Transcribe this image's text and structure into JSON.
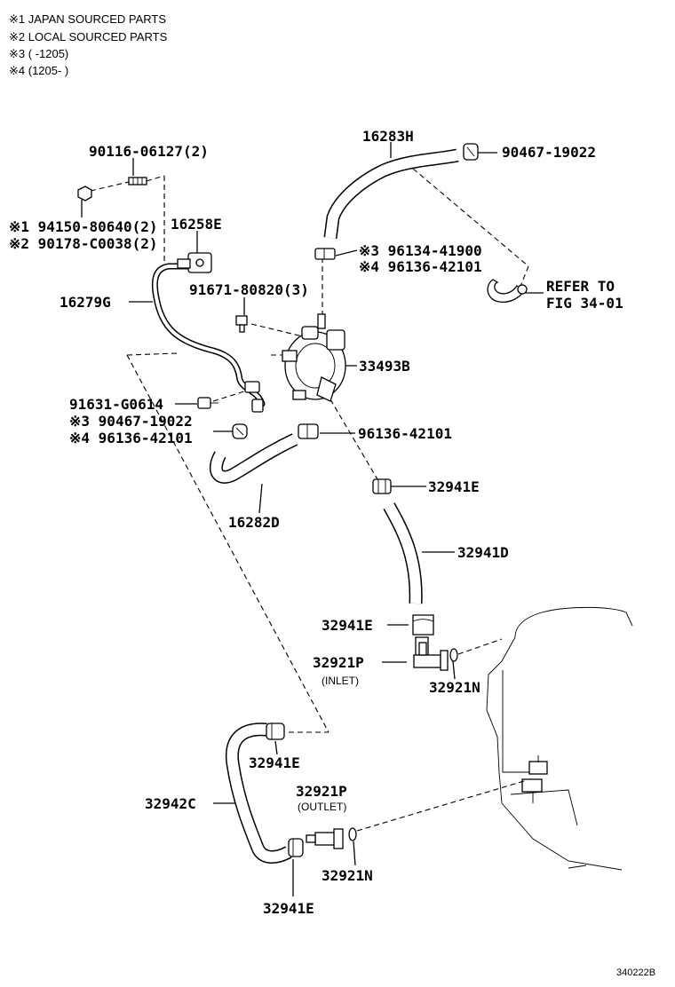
{
  "legend": [
    "※1 JAPAN SOURCED PARTS",
    "※2 LOCAL SOURCED PARTS",
    "※3 (        ‑1205)",
    "※4 (1205‑        )"
  ],
  "labels": {
    "p_90116": "90116-06127(2)",
    "p_16283H": "16283H",
    "p_90467_top": "90467-19022",
    "p_94150": "※1 94150-80640(2)",
    "p_90178": "※2 90178-C0038(2)",
    "p_16258E": "16258E",
    "p_96134": "※3 96134-41900",
    "p_96136_top": "※4 96136-42101",
    "refer_line1": "REFER TO",
    "refer_line2": "FIG 34-01",
    "p_91671": "91671-80820(3)",
    "p_16279G": "16279G",
    "p_33493B": "33493B",
    "p_91631": "91631-G0614",
    "p_90467_mid": "※3 90467-19022",
    "p_96136_mid": "※4 96136-42101",
    "p_96136_right": "96136-42101",
    "p_32941E_a": "32941E",
    "p_16282D": "16282D",
    "p_32941D": "32941D",
    "p_32941E_b": "32941E",
    "p_32921P_in": "32921P",
    "inlet": "(INLET)",
    "p_32921N_a": "32921N",
    "p_32941E_c": "32941E",
    "p_32942C": "32942C",
    "p_32921P_out": "32921P",
    "outlet": "(OUTLET)",
    "p_32921N_b": "32921N",
    "p_32941E_d": "32941E",
    "figure_id": "340222B"
  }
}
